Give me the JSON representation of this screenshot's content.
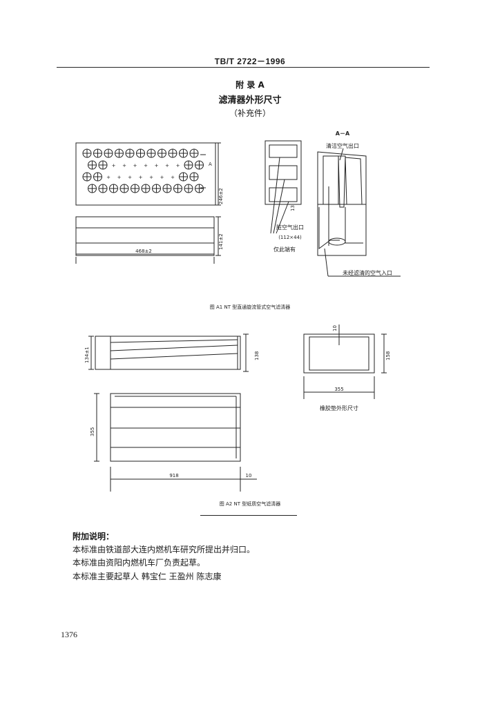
{
  "header": {
    "standard_no": "TB/T 2722－1996"
  },
  "appendix": {
    "label": "附 录 A",
    "title": "滤清器外形尺寸",
    "subtitle": "（补充件）"
  },
  "figure_a1": {
    "caption": "图 A1   NT 型直通旋流管式空气滤清器",
    "dims": {
      "height": "246±2",
      "depth": "141±2",
      "width": "468±2",
      "gap": "13"
    },
    "section_label": "A－A",
    "side_mark": "A",
    "labels": {
      "clean_outlet": "清洁空气出口",
      "dirty_outlet": "脏空气出口",
      "dirty_outlet_size": "(112×44)",
      "only_this_end": "仅此端有",
      "unfiltered_inlet": "未经滤清的空气入口"
    }
  },
  "figure_a2": {
    "caption": "图 A2   NT 型纸质空气滤清器",
    "dims": {
      "left_height": "134±1",
      "right_height": "138",
      "front_height": "355",
      "length": "918",
      "edge": "10",
      "gasket_top": "10",
      "gasket_height": "158",
      "gasket_width": "355"
    },
    "gasket_label": "橡胶垫外形尺寸"
  },
  "notes": {
    "heading": "附加说明：",
    "line1": "本标准由铁道部大连内燃机车研究所提出并归口。",
    "line2": "本标准由资阳内燃机车厂负责起草。",
    "line3": "本标准主要起草人   韩宝仁   王盈州   陈志康"
  },
  "page_number": "1376"
}
